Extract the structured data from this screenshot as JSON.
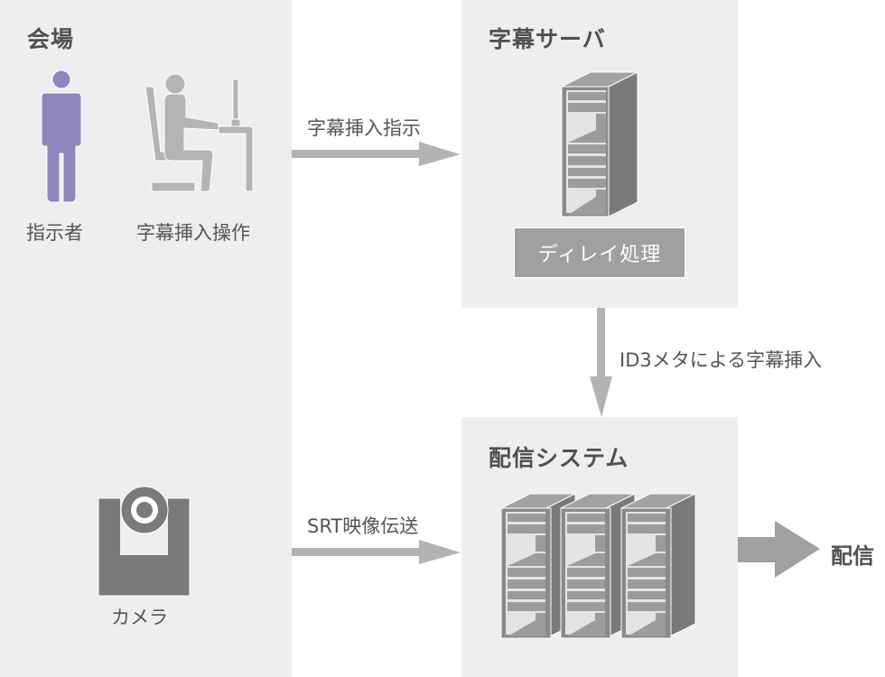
{
  "venue": {
    "title": "会場",
    "director_label": "指示者",
    "operator_label": "字幕挿入操作",
    "camera_label": "カメラ"
  },
  "subtitle_server": {
    "title": "字幕サーバ",
    "process_label": "ディレイ処理"
  },
  "distribution_system": {
    "title": "配信システム"
  },
  "arrows": {
    "instruction": "字幕挿入指示",
    "id3_insert": "ID3メタによる字幕挿入",
    "srt_transfer": "SRT映像伝送",
    "output": "配信"
  },
  "colors": {
    "panel": "#eeeeee",
    "arrow": "#b3b3b3",
    "output_arrow": "#a0a0a0",
    "person": "#8e86bd",
    "operator": "#b4b4b4",
    "server_dark": "#7a7a7a",
    "camera": "#7a7a7a"
  }
}
